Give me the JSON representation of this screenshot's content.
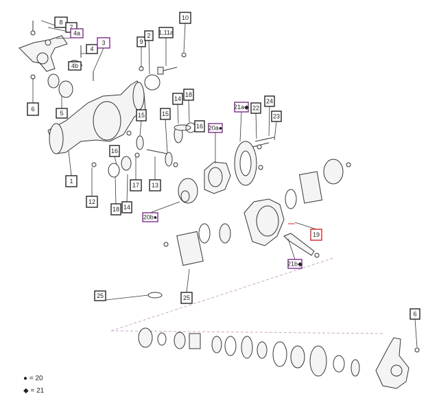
{
  "labels": [
    {
      "text": "8",
      "style": "black"
    },
    {
      "text": "7",
      "style": "black"
    },
    {
      "text": "4a",
      "style": "purple"
    },
    {
      "text": "4",
      "style": "black"
    },
    {
      "text": "3",
      "style": "purple"
    },
    {
      "text": "4b",
      "style": "black"
    },
    {
      "text": "6",
      "style": "black"
    },
    {
      "text": "5",
      "style": "black"
    },
    {
      "text": "9",
      "style": "black"
    },
    {
      "text": "2",
      "style": "black"
    },
    {
      "text": "1,11a",
      "style": "black"
    },
    {
      "text": "10",
      "style": "black"
    },
    {
      "text": "14",
      "style": "black"
    },
    {
      "text": "18",
      "style": "black"
    },
    {
      "text": "15",
      "style": "black"
    },
    {
      "text": "15",
      "style": "black"
    },
    {
      "text": "16",
      "style": "black"
    },
    {
      "text": "20a●",
      "style": "purple"
    },
    {
      "text": "21a◆",
      "style": "purple"
    },
    {
      "text": "22",
      "style": "black"
    },
    {
      "text": "24",
      "style": "black"
    },
    {
      "text": "23",
      "style": "black"
    },
    {
      "text": "16",
      "style": "black"
    },
    {
      "text": "1",
      "style": "black"
    },
    {
      "text": "12",
      "style": "black"
    },
    {
      "text": "17",
      "style": "black"
    },
    {
      "text": "13",
      "style": "black"
    },
    {
      "text": "18",
      "style": "black"
    },
    {
      "text": "14",
      "style": "black"
    },
    {
      "text": "20b●",
      "style": "purple"
    },
    {
      "text": "19",
      "style": "red"
    },
    {
      "text": "21b◆",
      "style": "purple"
    },
    {
      "text": "25",
      "style": "black"
    },
    {
      "text": "25",
      "style": "black"
    },
    {
      "text": "6",
      "style": "black"
    }
  ],
  "legend": [
    {
      "symbol": "●",
      "text": "= 20"
    },
    {
      "symbol": "◆",
      "text": "= 21"
    }
  ],
  "colors": {
    "black": "#222222",
    "purple": "#7a2d8a",
    "red": "#d8262e",
    "line": "#333333",
    "part_fill": "#f4f4f4",
    "dashed": "#c9a6c9"
  }
}
